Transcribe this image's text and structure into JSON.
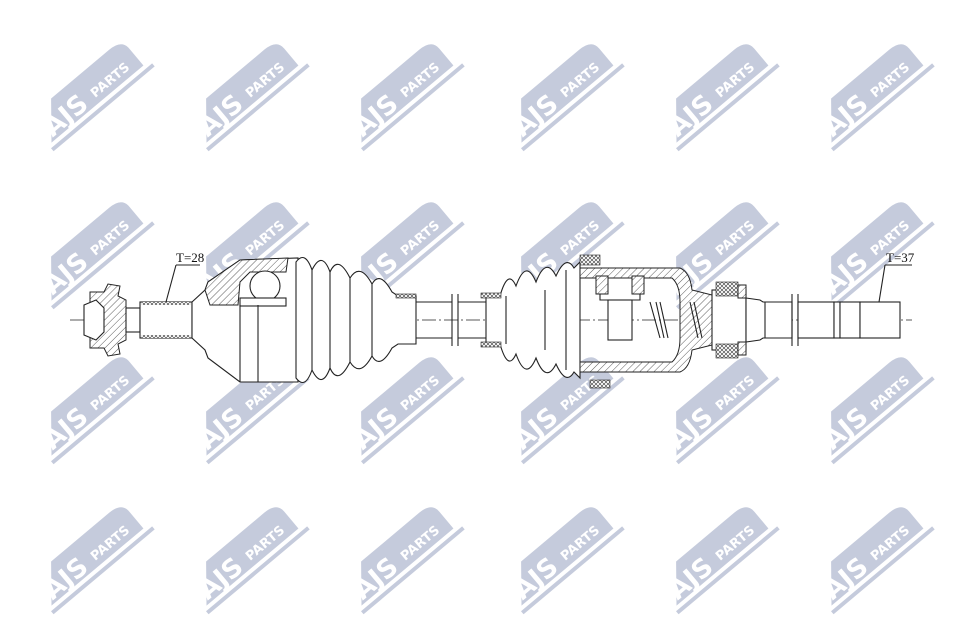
{
  "watermark": {
    "brand": "AJS",
    "sub": "PARTS",
    "color": "#c5cbdc"
  },
  "drawing": {
    "label_left": "T=28",
    "label_right": "T=37"
  }
}
